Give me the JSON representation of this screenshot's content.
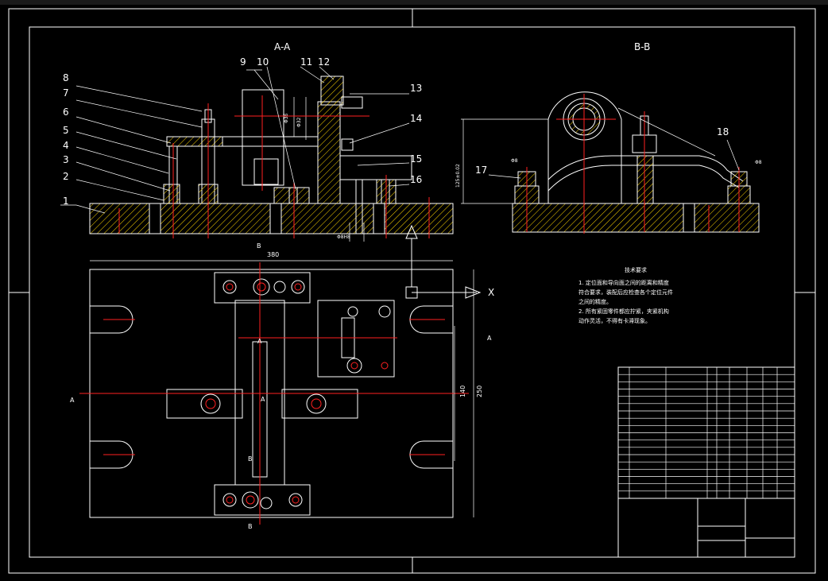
{
  "views": {
    "section_aa": "A-A",
    "section_bb": "B-B"
  },
  "part_numbers": [
    "1",
    "2",
    "3",
    "4",
    "5",
    "6",
    "7",
    "8",
    "9",
    "10",
    "11",
    "12",
    "13",
    "14",
    "15",
    "16",
    "17",
    "18"
  ],
  "dimensions": {
    "width": "380",
    "height_outer": "250",
    "height_inner": "140"
  },
  "markers": {
    "a_left": "A",
    "a_right": "A",
    "b_top": "B",
    "b_bottom": "B",
    "x_axis": "X",
    "b_mid": "B",
    "a_mid_upper": "A",
    "a_mid_lower": "A"
  },
  "tech_requirements": {
    "title": "技术要求",
    "lines": [
      "1. 定位面和导向面之间的距离和精度",
      "符合要求，装配后应检查各个定位元件",
      "之间的精度。",
      "2. 所有紧固零件都应拧紧，夹紧机构",
      "动作灵活，不得有卡滞现象。"
    ]
  },
  "colors": {
    "background": "#000000",
    "line": "#ffffff",
    "centerline": "#ff2020",
    "hatch": "#ffd700"
  }
}
